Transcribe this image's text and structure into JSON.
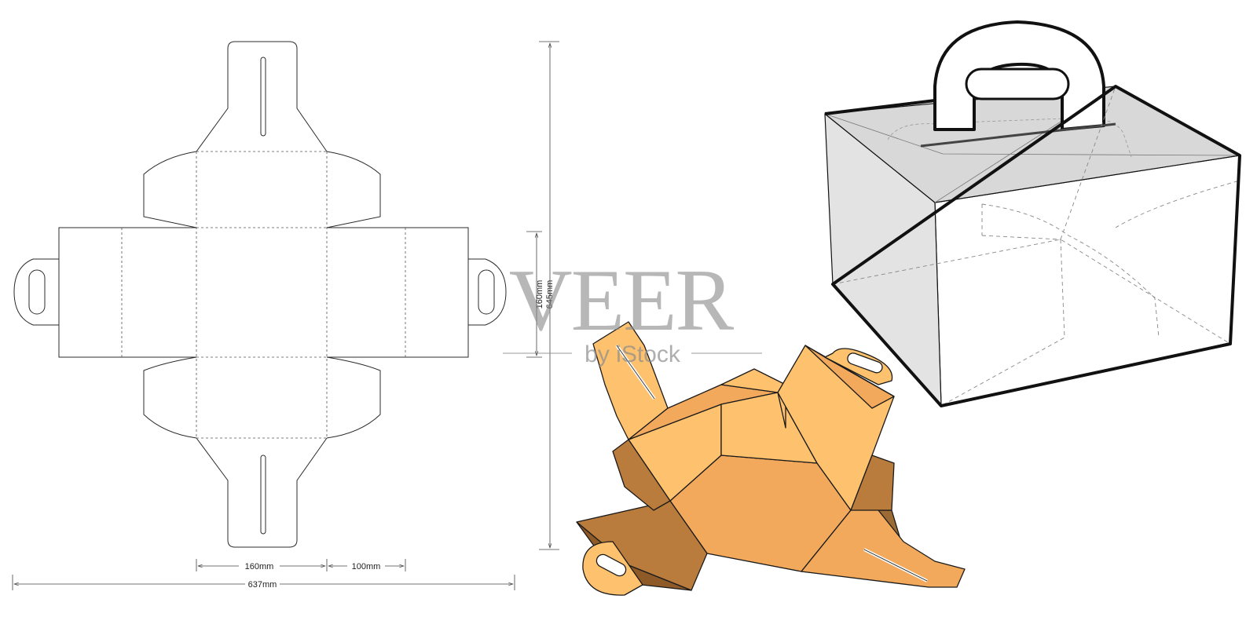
{
  "dimensions": {
    "panel_width": "160mm",
    "side_width": "100mm",
    "total_width": "637mm",
    "panel_height": "160mm",
    "total_height": "645mm"
  },
  "watermark": {
    "brand": "VEER",
    "subtitle": "by iStock"
  },
  "colors": {
    "outline": "#2b2b2b",
    "box_light": "#fec26e",
    "box_mid": "#f2a95c",
    "box_dark": "#b97c3d",
    "box_darkest": "#8e5a28",
    "box_grey": "#dcdcdc",
    "watermark": "#8c8c8c"
  }
}
